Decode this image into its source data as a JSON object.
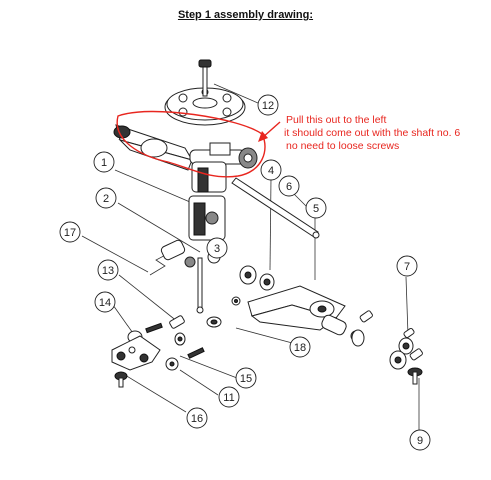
{
  "title": "Step 1 assembly drawing",
  "title_suffix": ":",
  "annotation": {
    "lines": [
      "Pull this out to the left",
      "it should come out with the shaft no. 6",
      "no need to loose screws"
    ],
    "color": "#e8261f"
  },
  "callouts": [
    "12",
    "1",
    "4",
    "6",
    "2",
    "5",
    "17",
    "3",
    "7",
    "13",
    "14",
    "18",
    "15",
    "11",
    "16",
    "9"
  ],
  "colors": {
    "line": "#222222",
    "highlight": "#e8261f"
  }
}
